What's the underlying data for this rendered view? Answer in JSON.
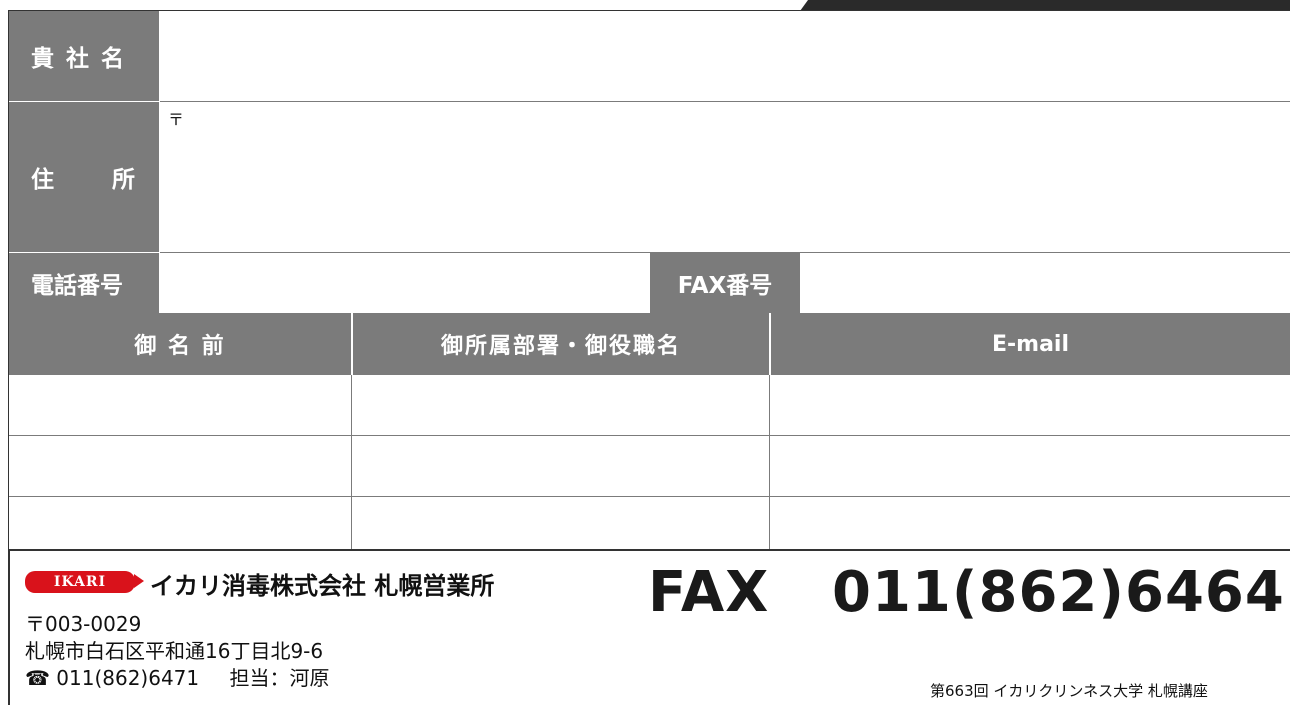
{
  "form": {
    "company_label": "貴 社 名",
    "address_label_1": "住",
    "address_label_2": "所",
    "postal_mark": "〒",
    "phone_label": "電話番号",
    "fax_label": "FAX番号",
    "columns": [
      "御 名 前",
      "御所属部署・御役職名",
      "E-mail"
    ],
    "row_count": 3
  },
  "footer": {
    "logo_text": "IKARI",
    "company_name": "イカリ消毒株式会社  札幌営業所",
    "postal_code": "〒003-0029",
    "address": "札幌市白石区平和通16丁目北9-6",
    "phone_icon": "☎",
    "phone": "011(862)6471",
    "contact": "担当：河原",
    "fax_prefix": "FAX",
    "fax_number": "011(862)6464",
    "event": "第663回 イカリクリンネス大学 札幌講座"
  },
  "colors": {
    "label_gray": "#7b7b7b",
    "logo_red": "#d9121b",
    "border": "#333333"
  }
}
